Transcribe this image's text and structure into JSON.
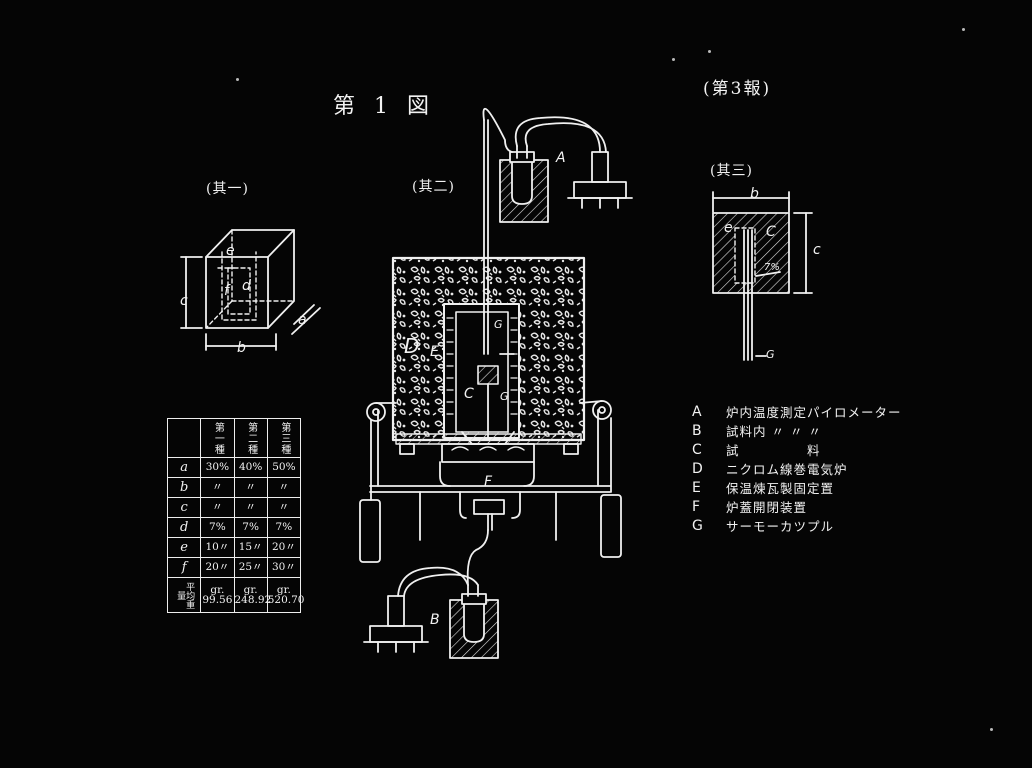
{
  "figure_title": "第 1 図",
  "report_label": "(第3報)",
  "panels": {
    "part1": "(其一)",
    "part2": "(其二)",
    "part3": "(其三)"
  },
  "part1_labels": {
    "a": "a",
    "b": "b",
    "c": "c",
    "d": "d",
    "e": "e",
    "f": "f"
  },
  "part2_labels": {
    "A": "A",
    "B": "B",
    "C": "C",
    "D": "D",
    "E": "E",
    "F": "F",
    "G1": "G",
    "G2": "G"
  },
  "part3_labels": {
    "b": "b",
    "c": "c",
    "e": "e",
    "C": "C",
    "f": "7%",
    "G": "G"
  },
  "table": {
    "headers": [
      "",
      "第一種",
      "第二種",
      "第三種"
    ],
    "rows": [
      {
        "key": "a",
        "values": [
          "30%",
          "40%",
          "50%"
        ]
      },
      {
        "key": "b",
        "values": [
          "〃",
          "〃",
          "〃"
        ]
      },
      {
        "key": "c",
        "values": [
          "〃",
          "〃",
          "〃"
        ]
      },
      {
        "key": "d",
        "values": [
          "7%",
          "7%",
          "7%"
        ]
      },
      {
        "key": "e",
        "values": [
          "10〃",
          "15〃",
          "20〃"
        ]
      },
      {
        "key": "f",
        "values": [
          "20〃",
          "25〃",
          "30〃"
        ]
      },
      {
        "key": "平均重量",
        "values": [
          "gr. 99.56",
          "gr. 248.92",
          "gr. 520.70"
        ]
      }
    ]
  },
  "legend": [
    {
      "key": "A",
      "desc": "炉内温度測定パイロメーター"
    },
    {
      "key": "B",
      "desc": "試料内 〃 〃 〃"
    },
    {
      "key": "C",
      "desc": "試　　　　　料"
    },
    {
      "key": "D",
      "desc": "ニクロム線巻電気炉"
    },
    {
      "key": "E",
      "desc": "保温煉瓦製固定置"
    },
    {
      "key": "F",
      "desc": "炉蓋開閉装置"
    },
    {
      "key": "G",
      "desc": "サーモーカツプル"
    }
  ],
  "colors": {
    "background": "#050505",
    "ink": "#f2f2f2"
  }
}
